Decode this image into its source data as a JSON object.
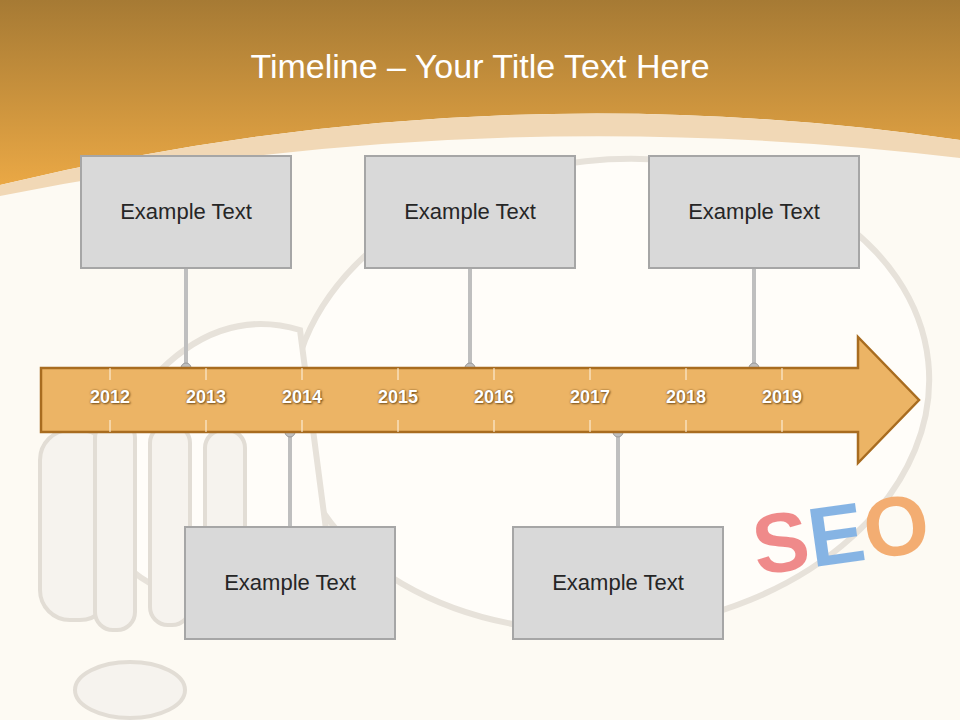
{
  "diagram": {
    "title": "Timeline – Your Title Text Here",
    "nodes": [
      {
        "text": [
          "Example Text"
        ]
      },
      {
        "text": [
          "Example Text"
        ]
      },
      {
        "text": [
          "Example Text"
        ]
      },
      {
        "text": [
          "2012",
          "2013",
          "2014",
          "2015",
          "2016",
          "2017",
          "2018",
          "2019"
        ]
      },
      {
        "text": [
          "Example Text"
        ]
      },
      {
        "text": [
          "Example Text"
        ]
      }
    ],
    "edges": [
      {
        "from": 0,
        "to": 3,
        "arrow": "none"
      },
      {
        "from": 1,
        "to": 3,
        "arrow": "none"
      },
      {
        "from": 2,
        "to": 3,
        "arrow": "none"
      },
      {
        "from": 4,
        "to": 3,
        "arrow": "none"
      },
      {
        "from": 5,
        "to": 3,
        "arrow": "none"
      }
    ],
    "labels": [
      "SEO"
    ]
  }
}
